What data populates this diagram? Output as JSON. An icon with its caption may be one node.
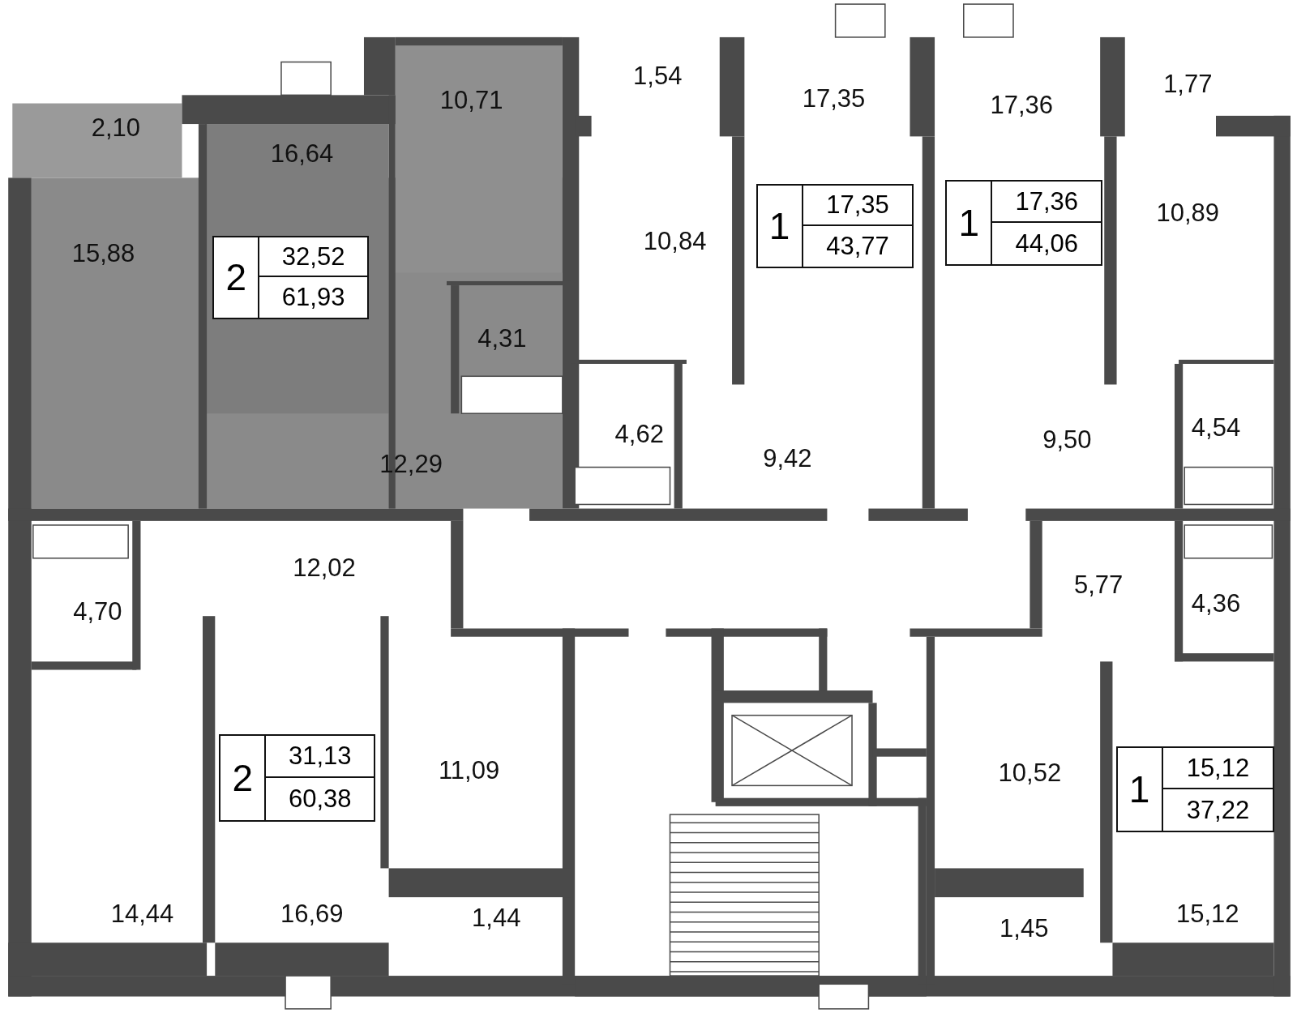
{
  "diagram": {
    "nodes": [
      {
        "text": [
          "2",
          "32,52",
          "61,93"
        ]
      },
      {
        "text": [
          "1",
          "17,35",
          "43,77"
        ]
      },
      {
        "text": [
          "1",
          "17,36",
          "44,06"
        ]
      },
      {
        "text": [
          "2",
          "31,13",
          "60,38"
        ]
      },
      {
        "text": [
          "1",
          "15,12",
          "37,22"
        ]
      }
    ],
    "labels": [
      "1,54",
      "17,35",
      "17,36",
      "1,77",
      "10,71",
      "2,10",
      "16,64",
      "10,89",
      "10,84",
      "15,88",
      "4,31",
      "4,54",
      "4,62",
      "9,50",
      "9,42",
      "12,29",
      "12,02",
      "5,77",
      "4,36",
      "4,70",
      "11,09",
      "10,52",
      "14,44",
      "16,69",
      "15,12",
      "1,44",
      "1,45"
    ]
  }
}
